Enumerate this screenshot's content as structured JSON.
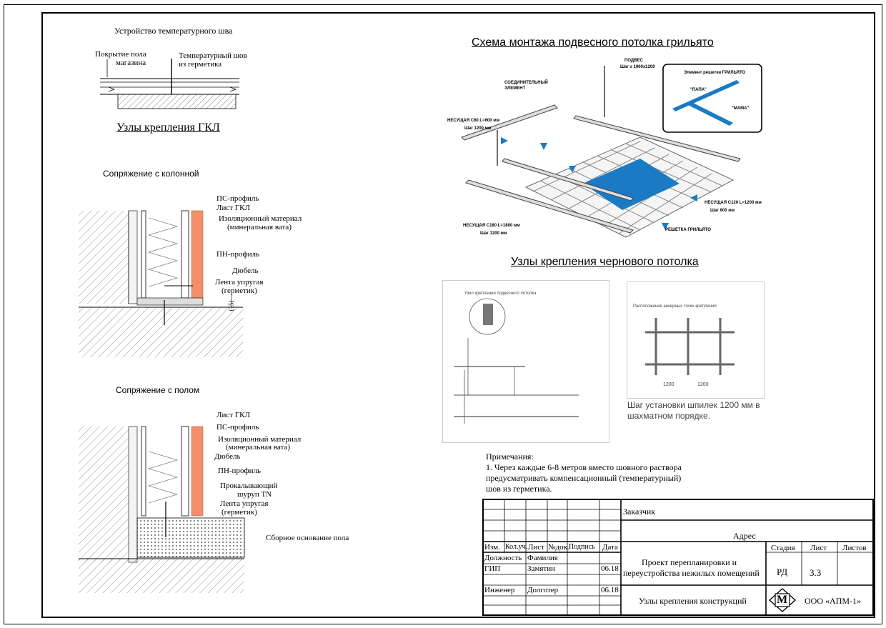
{
  "temp_seam": {
    "title": "Устройство температурного шва",
    "label_floor_1": "Покрытие пола",
    "label_floor_2": "магазина",
    "label_seam_1": "Температурный шов",
    "label_seam_2": "из герметика"
  },
  "gkl_title": "Узлы крепления ГКЛ",
  "column": {
    "caption": "Сопряжение с колонной",
    "ps_profile": "ПС-профиль",
    "gkl_sheet": "Лист ГКЛ",
    "insulation_1": "Изоляционный материал",
    "insulation_2": "(минеральная вата)",
    "pn_profile": "ПН-профиль",
    "dowel": "Дюбель",
    "tape_1": "Лента упругая",
    "tape_2": "(герметик)",
    "dim": "(15)"
  },
  "floor": {
    "caption": "Сопряжение с полом",
    "gkl_sheet": "Лист ГКЛ",
    "ps_profile": "ПС-профиль",
    "insulation_1": "Изоляционный материал",
    "insulation_2": "(минеральная вата)",
    "dowel": "Дюбель",
    "pn_profile": "ПН-профиль",
    "screw_1": "Прокалывающий",
    "screw_2": "шуруп TN",
    "tape_1": "Лента упругая",
    "tape_2": "(герметик)",
    "base": "Сборное основание пола"
  },
  "grilyato": {
    "title": "Схема монтажа подвесного потолка грильято",
    "hanger": "ПОДВЕС",
    "hanger_step": "Шаг ≤ 1000х1200",
    "connector_1": "СОЕДИНИТЕЛЬНЫЙ",
    "connector_2": "ЭЛЕМЕНТ",
    "carrier_c60": "НЕСУЩАЯ С60 L=600 мм",
    "step_1200_a": "Шаг 1200 мм",
    "element_title": "Элемент решетки ГРИЛЬЯТО",
    "papa": "\"ПАПА\"",
    "mama": "\"МАМА\"",
    "carrier_c120": "НЕСУЩАЯ С120 L=1200 мм",
    "step_600": "Шаг 600 мм",
    "carrier_c180": "НЕСУЩАЯ С180 L=1800 мм",
    "step_1200_b": "Шаг 1200 мм",
    "grid": "РЕШЕТКА ГРИЛЬЯТО"
  },
  "rough_ceiling": {
    "title": "Узлы крепления чернового потолка",
    "img1_title": "Узел крепления подвесного потолка",
    "img2_title": "Расположение анкерных точек крепления",
    "dim_1200": "1200",
    "caption_1": "Шаг установки шпилек 1200 мм в",
    "caption_2": "шахматном порядке."
  },
  "notes": {
    "heading": "Примечания:",
    "line1": "1. Через каждые 6-8 метров вместо шовного раствора",
    "line2": "предусматривать компенсационный (температурный)",
    "line3": "шов из герметика."
  },
  "stamp": {
    "customer": "Заказчик",
    "address": "Адрес",
    "col_izm": "Изм.",
    "col_koluch": "Кол.уч.",
    "col_list": "Лист",
    "col_ndok": "№док.",
    "col_podpis": "Подпись",
    "col_data": "Дата",
    "position": "Должность",
    "surname": "Фамилия",
    "gip": "ГИП",
    "gip_name": "Замятин",
    "gip_date": "06.18",
    "engineer": "Инженер",
    "eng_name": "Долготер",
    "eng_date": "06.18",
    "project_1": "Проект перепланировки и",
    "project_2": "переустройства нежилых помещений",
    "stage_h": "Стадия",
    "sheet_h": "Лист",
    "sheets_h": "Листов",
    "stage": "РД",
    "sheet": "3.3",
    "sheet_title": "Узлы крепления конструкций",
    "company": "ООО «АПМ-1»",
    "logo_letter": "М"
  }
}
